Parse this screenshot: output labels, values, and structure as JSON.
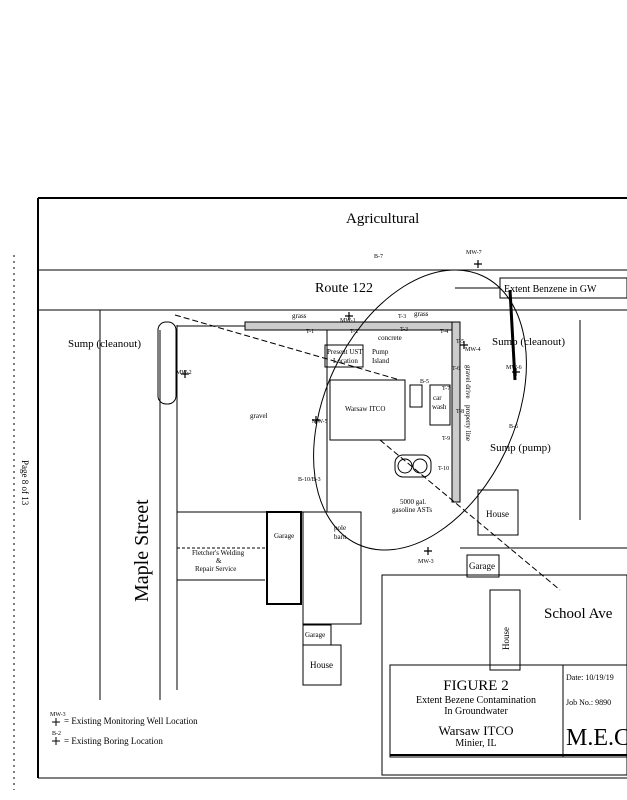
{
  "page_label": "Page 8 of 13",
  "map": {
    "agricultural": "Agricultural",
    "route": "Route 122",
    "extent_label": "Extent Benzene in GW",
    "maple_street": "Maple Street",
    "school_ave": "School Ave",
    "sump_cleanout_left": "Sump (cleanout)",
    "sump_cleanout_right": "Sump (cleanout)",
    "sump_pump": "Sump (pump)",
    "gravel": "gravel",
    "grass_left": "grass",
    "grass_right": "grass",
    "concrete": "concrete",
    "gravel_drive": "gravel drive",
    "property_line": "property line",
    "present_ust": "Present UST",
    "present_ust2": "Location",
    "pump_island": "Pump",
    "pump_island2": "Island",
    "warsaw_itco": "Warsaw ITCO",
    "car_wash": "car",
    "car_wash2": "wash",
    "ast_label": "5000 gal.",
    "ast_label2": "gasoline ASTs",
    "pole_barn": "pole",
    "pole_barn2": "barn",
    "garage_1": "Garage",
    "garage_2": "Garage",
    "garage_3": "Garage",
    "house_1": "House",
    "house_2": "House",
    "house_3": "House",
    "welding": "Fletcher's Welding",
    "welding_amp": "&",
    "welding2": "Repair Service",
    "wells": [
      "MW-1",
      "MW-2",
      "MW-3",
      "MW-4",
      "MW-5",
      "MW-6",
      "MW-7"
    ],
    "borings": [
      "B-7",
      "B-5",
      "B-6",
      "B-10/B-3"
    ],
    "tanks": [
      "T-1",
      "T-2",
      "T-3",
      "T-4",
      "T-5",
      "T-6",
      "T-7",
      "T-8",
      "T-9",
      "T-10",
      "T-3"
    ]
  },
  "title_block": {
    "figure": "FIGURE 2",
    "subtitle1": "Extent Bezene Contamination",
    "subtitle2": "In Groundwater",
    "site": "Warsaw ITCO",
    "location": "Minier, IL",
    "date": "Date: 10/19/19",
    "job": "Job No.: 9890",
    "company": "M.E.C"
  },
  "legend": {
    "mw_symbol_label": "MW-3",
    "mw_text": "= Existing Monitoring Well Location",
    "b_symbol_label": "B-2",
    "b_text": "= Existing Boring Location"
  }
}
